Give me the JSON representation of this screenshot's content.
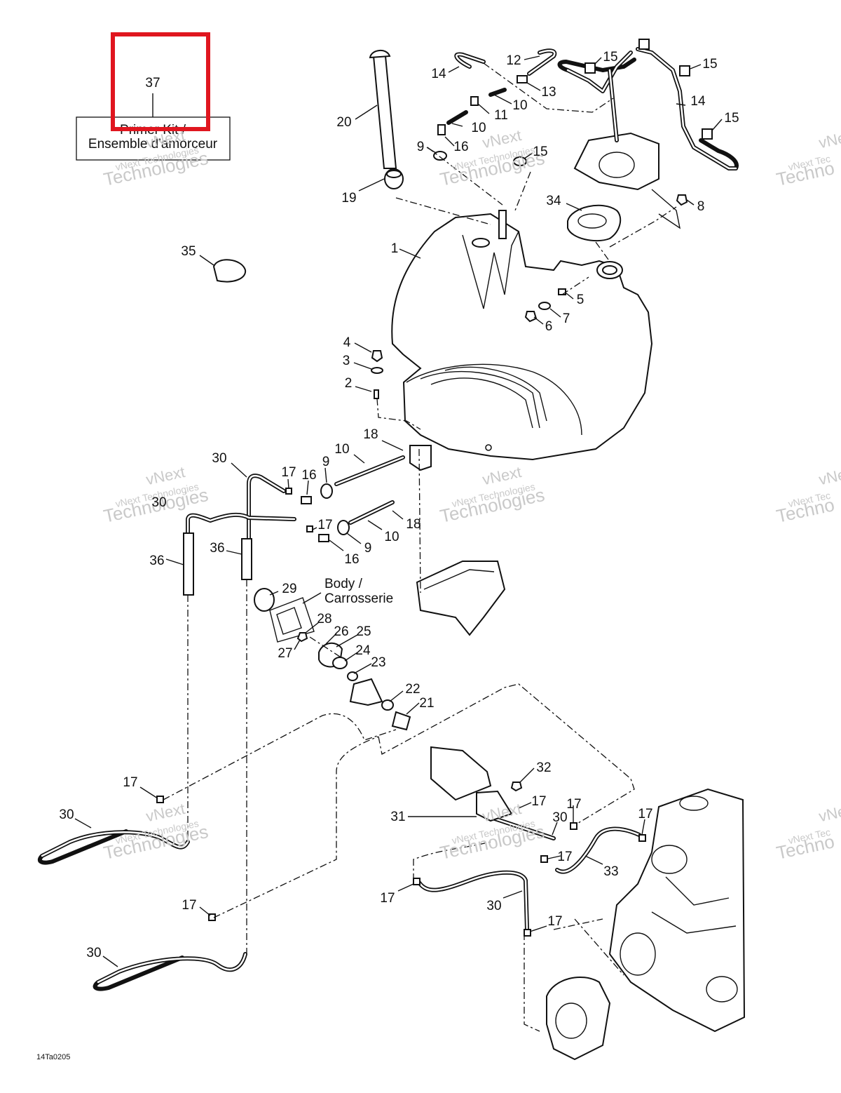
{
  "highlight": {
    "part_number": "37",
    "color": "#e0161f"
  },
  "kit_label": {
    "line1": "Primer Kit /",
    "line2": "Ensemble d'amorceur"
  },
  "body_label": {
    "line1": "Body /",
    "line2": "Carrosserie"
  },
  "watermark": {
    "line1": "vNext",
    "line2": "vNext Technologies",
    "line3": "Technologies",
    "partial1": "vNext",
    "partial2": "vNext Tec",
    "partial3": "Techno"
  },
  "drawing_code": "14Ta0205",
  "labels": {
    "l1": "1",
    "l2": "2",
    "l3": "3",
    "l4": "4",
    "l5": "5",
    "l6": "6",
    "l7": "7",
    "l8": "8",
    "l9a": "9",
    "l9b": "9",
    "l9c": "9",
    "l10a": "10",
    "l10b": "10",
    "l10c": "10",
    "l10d": "10",
    "l11": "11",
    "l12": "12",
    "l13": "13",
    "l14a": "14",
    "l14b": "14",
    "l15a": "15",
    "l15b": "15",
    "l15c": "15",
    "l15d": "15",
    "l16a": "16",
    "l16b": "16",
    "l16c": "16",
    "l17a": "17",
    "l17b": "17",
    "l17c": "17",
    "l17d": "17",
    "l17e": "17",
    "l17f": "17",
    "l17g": "17",
    "l17h": "17",
    "l17i": "17",
    "l17j": "17",
    "l18a": "18",
    "l18b": "18",
    "l19": "19",
    "l20": "20",
    "l21": "21",
    "l22": "22",
    "l23": "23",
    "l24": "24",
    "l25": "25",
    "l26": "26",
    "l27": "27",
    "l28": "28",
    "l29": "29",
    "l30a": "30",
    "l30b": "30",
    "l30c": "30",
    "l30d": "30",
    "l30e": "30",
    "l30f": "30",
    "l31": "31",
    "l32": "32",
    "l33": "33",
    "l34": "34",
    "l35": "35",
    "l36a": "36",
    "l36b": "36"
  }
}
